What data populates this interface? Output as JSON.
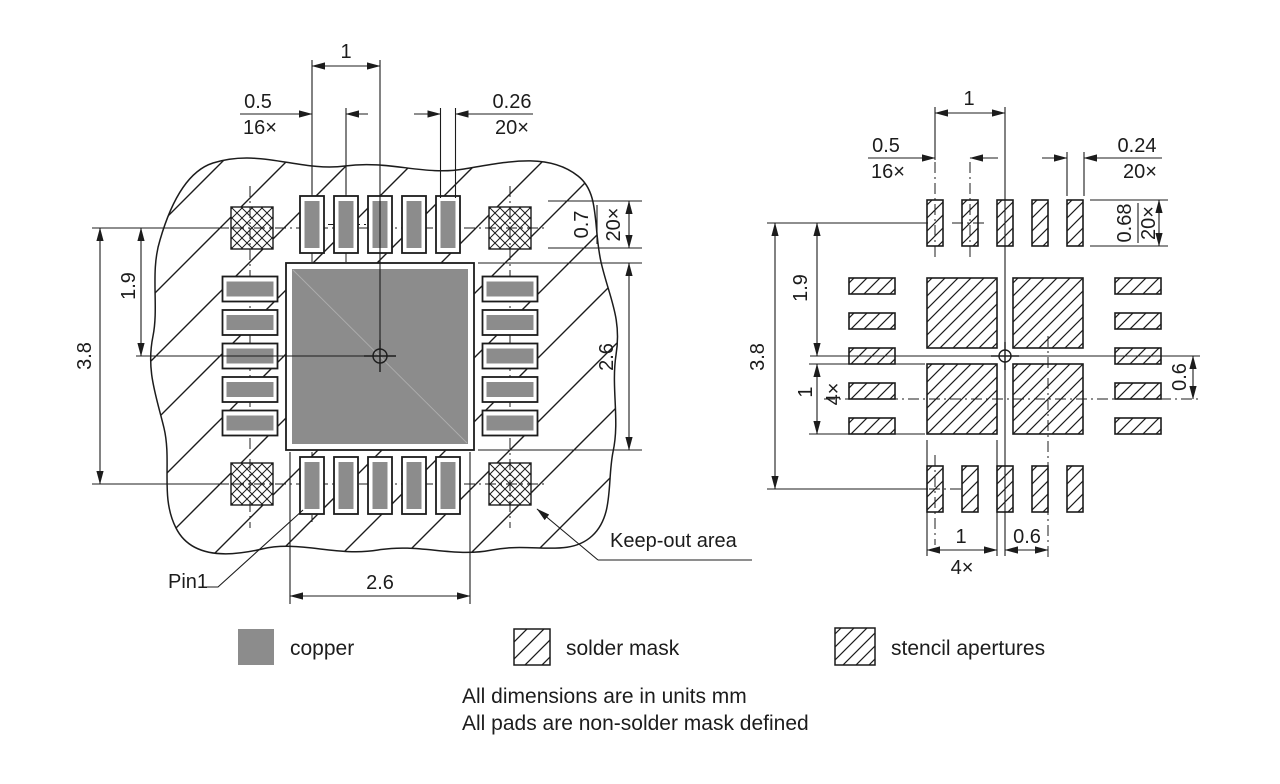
{
  "left_view": {
    "dim_center_offset": "1",
    "dim_pitch": {
      "value": "0.5",
      "qty": "16×"
    },
    "dim_pad_width": {
      "value": "0.26",
      "qty": "20×"
    },
    "dim_pad_length": {
      "value": "0.7",
      "qty": "20×"
    },
    "dim_center_to_row": "1.9",
    "dim_overall": "3.8",
    "dim_center_pad_v": "2.6",
    "dim_center_pad_h": "2.6",
    "label_pin1": "Pin1",
    "label_keepout": "Keep-out area"
  },
  "right_view": {
    "dim_center_offset": "1",
    "dim_pitch": {
      "value": "0.5",
      "qty": "16×"
    },
    "dim_aperture_width": {
      "value": "0.24",
      "qty": "20×"
    },
    "dim_aperture_length": {
      "value": "0.68",
      "qty": "20×"
    },
    "dim_center_to_row": "1.9",
    "dim_overall": "3.8",
    "dim_center_aperture_v": {
      "value": "1",
      "qty": "4×"
    },
    "dim_center_aperture_h": {
      "value": "1",
      "qty": "4×"
    },
    "dim_center_gap_v": "0.6",
    "dim_center_gap_h": "0.6"
  },
  "legend": {
    "copper": "copper",
    "solder_mask": "solder mask",
    "stencil": "stencil apertures"
  },
  "notes": {
    "line1": "All dimensions are in units mm",
    "line2": "All pads are non-solder mask defined"
  },
  "colors": {
    "copper": "#8c8c8c",
    "line": "#1c1c1c"
  }
}
